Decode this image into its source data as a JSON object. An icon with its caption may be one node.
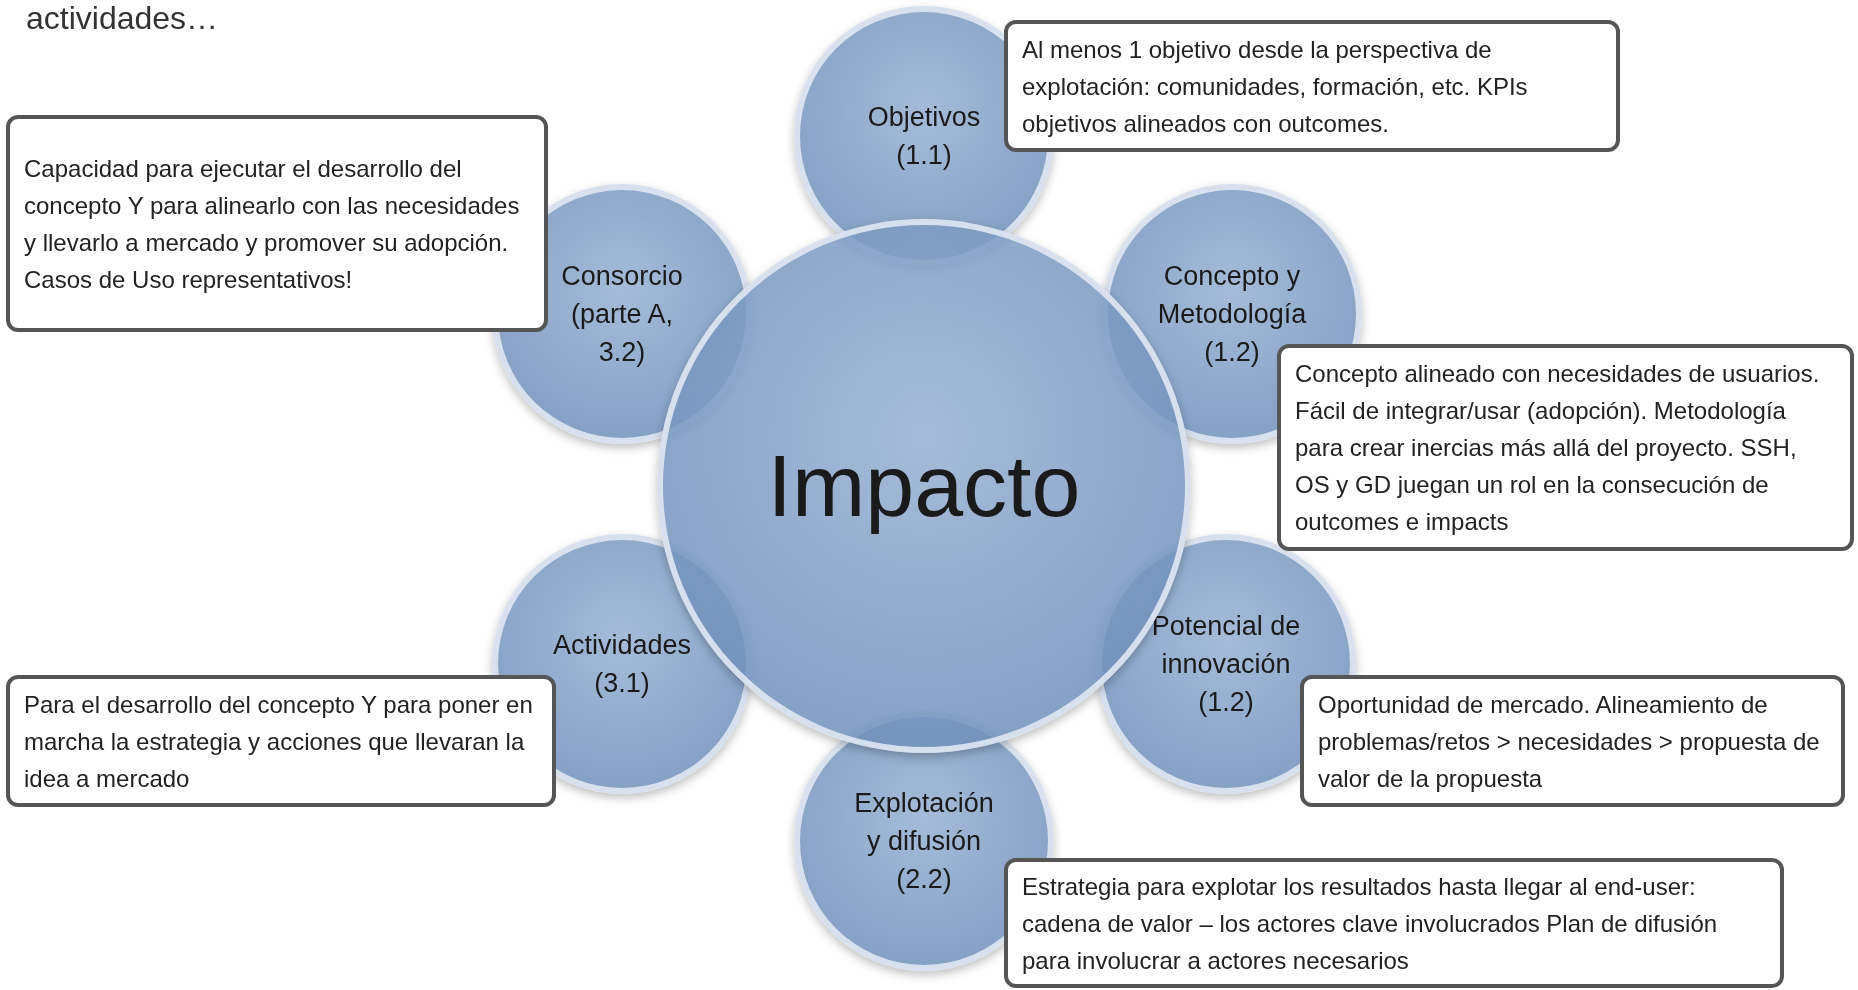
{
  "diagram": {
    "title": "actividades…",
    "nodes": [
      {
        "text": [
          "Impacto"
        ]
      },
      {
        "text": [
          "Objetivos (1.1)"
        ]
      },
      {
        "text": [
          "Concepto y Metodología (1.2)"
        ]
      },
      {
        "text": [
          "Potencial de innovación (1.2)"
        ]
      },
      {
        "text": [
          "Explotación y difusión (2.2)"
        ]
      },
      {
        "text": [
          "Actividades (3.1)"
        ]
      },
      {
        "text": [
          "Consorcio (parte A, 3.2)"
        ]
      },
      {
        "text": [
          "Al menos 1 objetivo desde la perspectiva de explotación: comunidades, formación, etc. KPIs objetivos alineados con outcomes."
        ]
      },
      {
        "text": [
          "Concepto alineado con necesidades de usuarios. Fácil de integrar/usar (adopción). Metodología para crear inercias más allá del proyecto. SSH, OS y GD juegan un rol en la consecución de outcomes e impacts"
        ]
      },
      {
        "text": [
          "Oportunidad de mercado. Alineamiento de problemas/retos > necesidades > propuesta de valor de la propuesta"
        ]
      },
      {
        "text": [
          "Estrategia para explotar los resultados hasta llegar al end-user: cadena de valor – los actores clave involucrados Plan de difusión para involucrar a actores necesarios"
        ]
      },
      {
        "text": [
          "Para el desarrollo del concepto Y para poner en marcha la estrategia y acciones que llevaran la idea a mercado"
        ]
      },
      {
        "text": [
          "Capacidad para ejecutar el desarrollo del concepto Y para alinearlo con las necesidades y llevarlo a mercado y promover su adopción. Casos de Uso representativos!"
        ]
      }
    ]
  }
}
